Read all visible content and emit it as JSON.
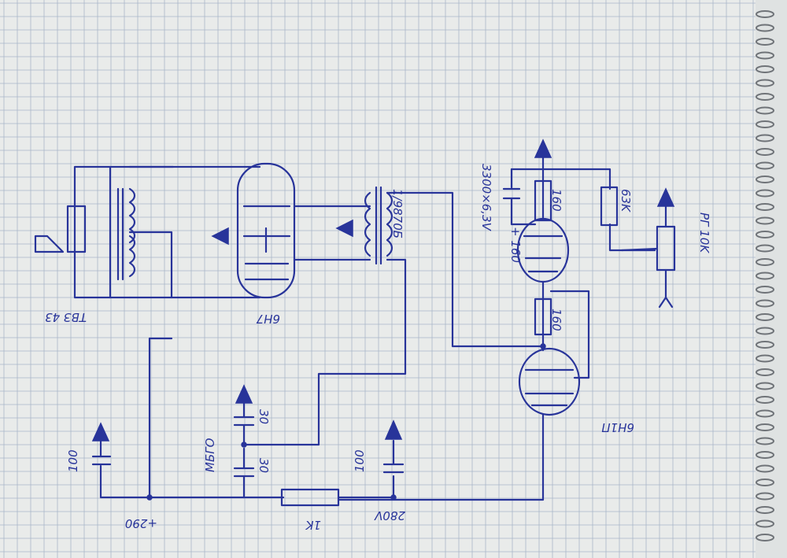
{
  "labels": {
    "output_transformer": "ТВЗ 43",
    "tube_6n7": "6Н7",
    "tube_6n1p": "6Н1П",
    "output_trafo_left": "1/9870Б",
    "cap_top_value": "3300×6,3V",
    "cap_top_plus": "+ 160",
    "res_160_upper": "160",
    "res_160_lower": "160",
    "res_63k": "63K",
    "pot_rg10k": "РГ 10K",
    "cap_30_a": "30",
    "cap_30_b": "30",
    "cap_mbgo": "МБГО",
    "cap_100_left": "100",
    "cap_100_right": "100",
    "res_1k": "1K",
    "voltage_290": "+290",
    "voltage_280": "280V"
  },
  "colors": {
    "ink": "#28349a",
    "paper": "#e9ebea",
    "grid": "#a9b6c9"
  }
}
